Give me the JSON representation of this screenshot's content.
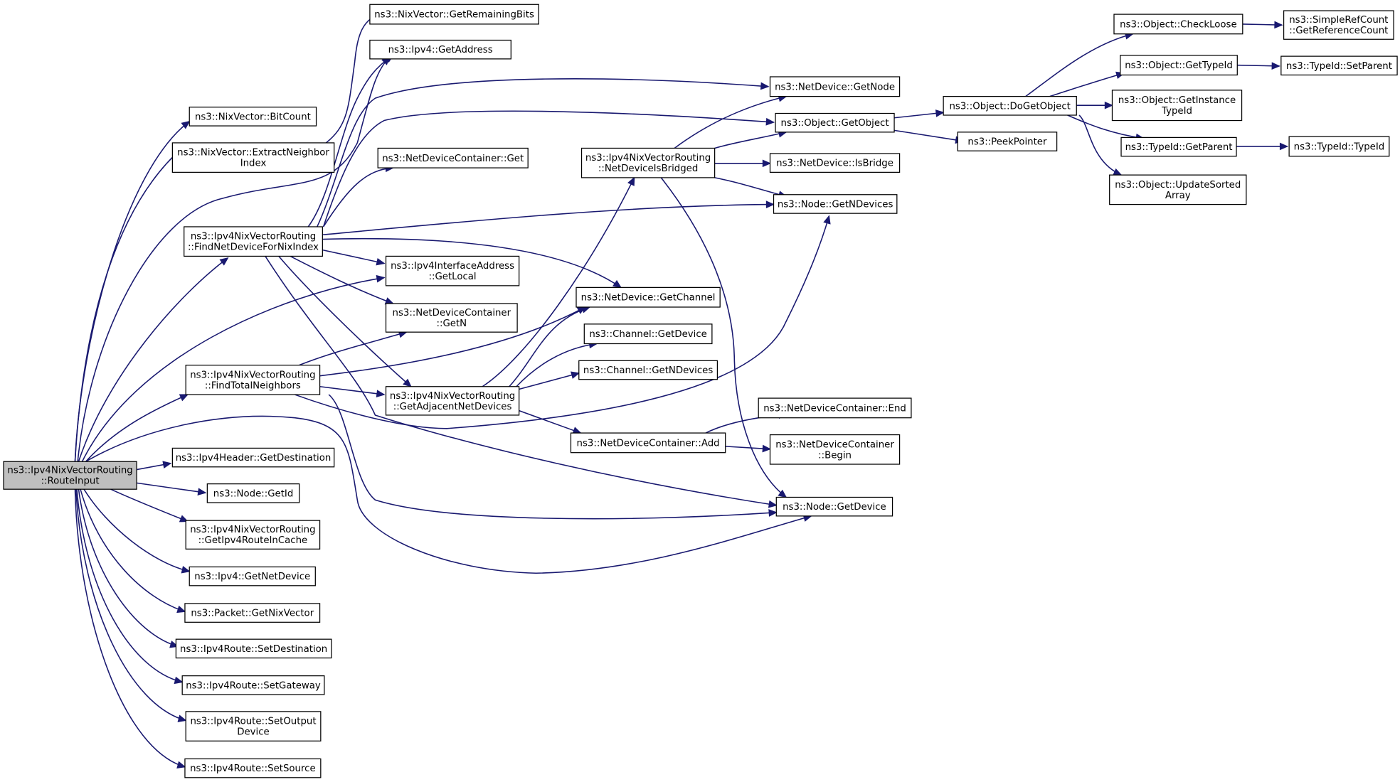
{
  "diagram": {
    "nodes": [
      {
        "id": "root",
        "lines": [
          "ns3::Ipv4NixVectorRouting",
          "::RouteInput"
        ]
      },
      {
        "id": "nixGetRemainingBits",
        "lines": [
          "ns3::NixVector::GetRemainingBits"
        ]
      },
      {
        "id": "ipv4GetAddress",
        "lines": [
          "ns3::Ipv4::GetAddress"
        ]
      },
      {
        "id": "nixBitCount",
        "lines": [
          "ns3::NixVector::BitCount"
        ]
      },
      {
        "id": "nixExtractNeighbor",
        "lines": [
          "ns3::NixVector::ExtractNeighbor",
          "Index"
        ]
      },
      {
        "id": "ndcGet",
        "lines": [
          "ns3::NetDeviceContainer::Get"
        ]
      },
      {
        "id": "findNetDevice",
        "lines": [
          "ns3::Ipv4NixVectorRouting",
          "::FindNetDeviceForNixIndex"
        ]
      },
      {
        "id": "ifaceGetLocal",
        "lines": [
          "ns3::Ipv4InterfaceAddress",
          "::GetLocal"
        ]
      },
      {
        "id": "ndcGetN",
        "lines": [
          "ns3::NetDeviceContainer",
          "::GetN"
        ]
      },
      {
        "id": "findTotalNeighbors",
        "lines": [
          "ns3::Ipv4NixVectorRouting",
          "::FindTotalNeighbors"
        ]
      },
      {
        "id": "getAdjacent",
        "lines": [
          "ns3::Ipv4NixVectorRouting",
          "::GetAdjacentNetDevices"
        ]
      },
      {
        "id": "hdrGetDestination",
        "lines": [
          "ns3::Ipv4Header::GetDestination"
        ]
      },
      {
        "id": "nodeGetId",
        "lines": [
          "ns3::Node::GetId"
        ]
      },
      {
        "id": "getIpv4RouteInCache",
        "lines": [
          "ns3::Ipv4NixVectorRouting",
          "::GetIpv4RouteInCache"
        ]
      },
      {
        "id": "ipv4GetNetDevice",
        "lines": [
          "ns3::Ipv4::GetNetDevice"
        ]
      },
      {
        "id": "pktGetNixVector",
        "lines": [
          "ns3::Packet::GetNixVector"
        ]
      },
      {
        "id": "routeSetDestination",
        "lines": [
          "ns3::Ipv4Route::SetDestination"
        ]
      },
      {
        "id": "routeSetGateway",
        "lines": [
          "ns3::Ipv4Route::SetGateway"
        ]
      },
      {
        "id": "routeSetOutputDevice",
        "lines": [
          "ns3::Ipv4Route::SetOutput",
          "Device"
        ]
      },
      {
        "id": "routeSetSource",
        "lines": [
          "ns3::Ipv4Route::SetSource"
        ]
      },
      {
        "id": "netDeviceIsBridged",
        "lines": [
          "ns3::Ipv4NixVectorRouting",
          "::NetDeviceIsBridged"
        ]
      },
      {
        "id": "ndGetChannel",
        "lines": [
          "ns3::NetDevice::GetChannel"
        ]
      },
      {
        "id": "chGetDevice",
        "lines": [
          "ns3::Channel::GetDevice"
        ]
      },
      {
        "id": "chGetNDevices",
        "lines": [
          "ns3::Channel::GetNDevices"
        ]
      },
      {
        "id": "ndcAdd",
        "lines": [
          "ns3::NetDeviceContainer::Add"
        ]
      },
      {
        "id": "ndGetNode",
        "lines": [
          "ns3::NetDevice::GetNode"
        ]
      },
      {
        "id": "objGetObject",
        "lines": [
          "ns3::Object::GetObject"
        ]
      },
      {
        "id": "ndIsBridge",
        "lines": [
          "ns3::NetDevice::IsBridge"
        ]
      },
      {
        "id": "nodeGetNDevices",
        "lines": [
          "ns3::Node::GetNDevices"
        ]
      },
      {
        "id": "ndcEnd",
        "lines": [
          "ns3::NetDeviceContainer::End"
        ]
      },
      {
        "id": "ndcBegin",
        "lines": [
          "ns3::NetDeviceContainer",
          "::Begin"
        ]
      },
      {
        "id": "nodeGetDevice",
        "lines": [
          "ns3::Node::GetDevice"
        ]
      },
      {
        "id": "objDoGetObject",
        "lines": [
          "ns3::Object::DoGetObject"
        ]
      },
      {
        "id": "peekPointer",
        "lines": [
          "ns3::PeekPointer"
        ]
      },
      {
        "id": "objCheckLoose",
        "lines": [
          "ns3::Object::CheckLoose"
        ]
      },
      {
        "id": "objGetTypeId",
        "lines": [
          "ns3::Object::GetTypeId"
        ]
      },
      {
        "id": "objGetInstanceTypeId",
        "lines": [
          "ns3::Object::GetInstance",
          "TypeId"
        ]
      },
      {
        "id": "typeIdGetParent",
        "lines": [
          "ns3::TypeId::GetParent"
        ]
      },
      {
        "id": "objUpdateSortedArray",
        "lines": [
          "ns3::Object::UpdateSorted",
          "Array"
        ]
      },
      {
        "id": "srcGetReferenceCount",
        "lines": [
          "ns3::SimpleRefCount",
          "::GetReferenceCount"
        ]
      },
      {
        "id": "typeIdSetParent",
        "lines": [
          "ns3::TypeId::SetParent"
        ]
      },
      {
        "id": "typeIdTypeId",
        "lines": [
          "ns3::TypeId::TypeId"
        ]
      }
    ],
    "edges": [
      [
        "root",
        "nixBitCount"
      ],
      [
        "root",
        "nixExtractNeighbor"
      ],
      [
        "root",
        "ipv4GetAddress"
      ],
      [
        "root",
        "findNetDevice"
      ],
      [
        "root",
        "ifaceGetLocal"
      ],
      [
        "root",
        "findTotalNeighbors"
      ],
      [
        "root",
        "hdrGetDestination"
      ],
      [
        "root",
        "nodeGetId"
      ],
      [
        "root",
        "getIpv4RouteInCache"
      ],
      [
        "root",
        "ipv4GetNetDevice"
      ],
      [
        "root",
        "pktGetNixVector"
      ],
      [
        "root",
        "routeSetDestination"
      ],
      [
        "root",
        "routeSetGateway"
      ],
      [
        "root",
        "routeSetOutputDevice"
      ],
      [
        "root",
        "routeSetSource"
      ],
      [
        "root",
        "nodeGetDevice"
      ],
      [
        "nixExtractNeighbor",
        "nixGetRemainingBits"
      ],
      [
        "findNetDevice",
        "ipv4GetAddress"
      ],
      [
        "findNetDevice",
        "ndGetNode"
      ],
      [
        "findNetDevice",
        "objGetObject"
      ],
      [
        "findNetDevice",
        "ndcGet"
      ],
      [
        "findNetDevice",
        "nodeGetNDevices"
      ],
      [
        "findNetDevice",
        "ifaceGetLocal"
      ],
      [
        "findNetDevice",
        "ndcGetN"
      ],
      [
        "findNetDevice",
        "ndGetChannel"
      ],
      [
        "findNetDevice",
        "getAdjacent"
      ],
      [
        "findNetDevice",
        "nodeGetDevice"
      ],
      [
        "findTotalNeighbors",
        "ndcGetN"
      ],
      [
        "findTotalNeighbors",
        "ndGetChannel"
      ],
      [
        "findTotalNeighbors",
        "getAdjacent"
      ],
      [
        "findTotalNeighbors",
        "nodeGetNDevices"
      ],
      [
        "findTotalNeighbors",
        "nodeGetDevice"
      ],
      [
        "getAdjacent",
        "netDeviceIsBridged"
      ],
      [
        "getAdjacent",
        "ndGetChannel"
      ],
      [
        "getAdjacent",
        "chGetDevice"
      ],
      [
        "getAdjacent",
        "chGetNDevices"
      ],
      [
        "getAdjacent",
        "ndcAdd"
      ],
      [
        "netDeviceIsBridged",
        "ndGetNode"
      ],
      [
        "netDeviceIsBridged",
        "objGetObject"
      ],
      [
        "netDeviceIsBridged",
        "ndIsBridge"
      ],
      [
        "netDeviceIsBridged",
        "nodeGetNDevices"
      ],
      [
        "netDeviceIsBridged",
        "nodeGetDevice"
      ],
      [
        "ndcAdd",
        "ndcEnd"
      ],
      [
        "ndcAdd",
        "ndcBegin"
      ],
      [
        "objGetObject",
        "objDoGetObject"
      ],
      [
        "objGetObject",
        "peekPointer"
      ],
      [
        "objDoGetObject",
        "objCheckLoose"
      ],
      [
        "objDoGetObject",
        "objGetTypeId"
      ],
      [
        "objDoGetObject",
        "objGetInstanceTypeId"
      ],
      [
        "objDoGetObject",
        "typeIdGetParent"
      ],
      [
        "objDoGetObject",
        "objUpdateSortedArray"
      ],
      [
        "objCheckLoose",
        "srcGetReferenceCount"
      ],
      [
        "objGetTypeId",
        "typeIdSetParent"
      ],
      [
        "typeIdGetParent",
        "typeIdTypeId"
      ]
    ]
  }
}
